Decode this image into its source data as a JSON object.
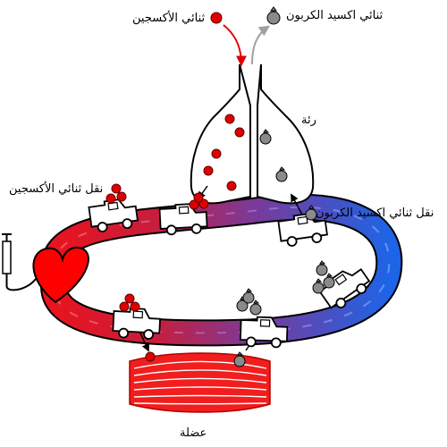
{
  "labels": {
    "oxygen": "ثنائي الأكسجين",
    "co2": "ثنائي اكسيد الكربون",
    "lung": "رئة",
    "oxygen_transport": "نقل ثنائي الأكسجين",
    "co2_transport": "نقل ثنائي اكسيد الكربون",
    "muscle": "عضلة"
  },
  "colors": {
    "oxygen": "#e00000",
    "co2": "#8a8a8a",
    "oxygenated_blood": "#e8141e",
    "deoxygenated_blood": "#1e64e6",
    "mixed_blood": "#7a3a9a",
    "heart": "#ff0000",
    "muscle": "#f01e1e"
  },
  "icons": [
    "oxygen-molecule-icon",
    "co2-bag-icon",
    "truck-icon",
    "heart-icon",
    "muscle-icon",
    "syringe-icon"
  ]
}
